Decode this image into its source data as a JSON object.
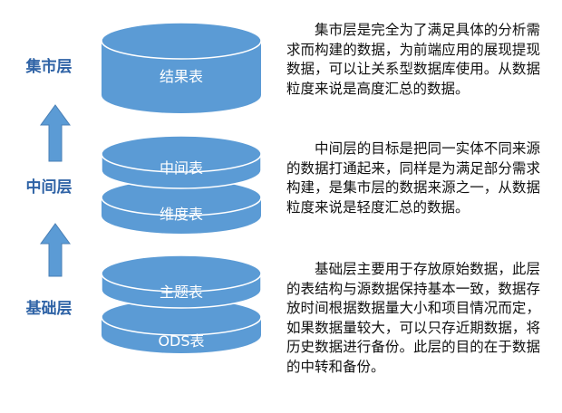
{
  "layers": [
    {
      "label": "集市层"
    },
    {
      "label": "中间层"
    },
    {
      "label": "基础层"
    }
  ],
  "tables": [
    {
      "label": "结果表"
    },
    {
      "label": "中间表"
    },
    {
      "label": "维度表"
    },
    {
      "label": "主题表"
    },
    {
      "label": "ODS表"
    }
  ],
  "descriptions": [
    {
      "text": "集市层是完全为了满足具体的分析需求而构建的数据，为前端应用的展现提现数据，可以让关系型数据库使用。从数据粒度来说是高度汇总的数据。"
    },
    {
      "text": "中间层的目标是把同一实体不同来源的数据打通起来，同样是为满足部分需求构建，是集市层的数据来源之一，从数据粒度来说是轻度汇总的数据。"
    },
    {
      "text": "基础层主要用于存放原始数据，此层的表结构与源数据保持基本一致，数据存放时间根据数据量大小和项目情况而定，如果数据量较大，可以只存近期数据，将历史数据进行备份。此层的目的在于数据的中转和备份。"
    }
  ],
  "colors": {
    "cylinder_fill": "#5b9bd5",
    "cylinder_stroke": "#ffffff",
    "arrow_fill": "#5b9bd5",
    "layer_label": "#2f63a6"
  }
}
